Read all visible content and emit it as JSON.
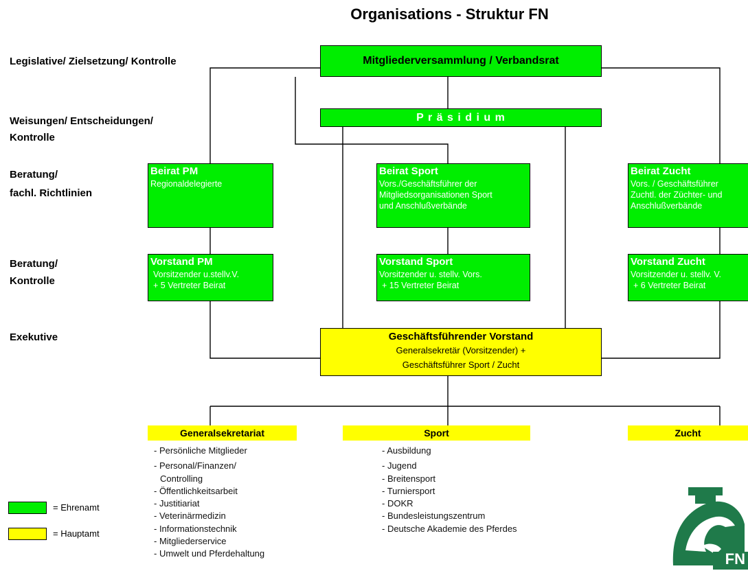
{
  "title": "Organisations - Struktur FN",
  "levels": {
    "legislative": "Legislative/ Zielsetzung/ Kontrolle",
    "weisungen_1": "Weisungen/ Entscheidungen/",
    "weisungen_2": "Kontrolle",
    "beratung_1": "Beratung/",
    "beratung_2": "fachl. Richtlinien",
    "beratung_kontrolle_1": "Beratung/",
    "beratung_kontrolle_2": "Kontrolle",
    "exekutive": "Exekutive"
  },
  "boxes": {
    "mitgliederversammlung": "Mitgliederversammlung / Verbandsrat",
    "praesidium": "P r ä s i d i u m",
    "beirat_pm": {
      "title": "Beirat PM",
      "lines": [
        "Regionaldelegierte"
      ]
    },
    "beirat_sport": {
      "title": "Beirat Sport",
      "lines": [
        "Vors./Geschäftsführer der",
        "Mitgliedsorganisationen Sport",
        "und Anschlußverbände"
      ]
    },
    "beirat_zucht": {
      "title": "Beirat Zucht",
      "lines": [
        "Vors. / Geschäftsführer",
        "Zuchtl. der Züchter- und",
        "Anschlußverbände"
      ]
    },
    "vorstand_pm": {
      "title": "Vorstand PM",
      "lines": [
        "Vorsitzender u.stellv.V.",
        "+ 5 Vertreter Beirat"
      ]
    },
    "vorstand_sport": {
      "title": "Vorstand Sport",
      "lines": [
        "Vorsitzender u. stellv. Vors.",
        "+ 15 Vertreter Beirat"
      ]
    },
    "vorstand_zucht": {
      "title": "Vorstand Zucht",
      "lines": [
        "Vorsitzender u. stellv. V.",
        "+ 6 Vertreter Beirat"
      ]
    },
    "geschaeftsfuehrender_vorstand": {
      "title": "Geschäftsführender Vorstand",
      "lines": [
        "Generalsekretär (Vorsitzender) +",
        "Geschäftsführer Sport / Zucht"
      ]
    }
  },
  "departments": {
    "generalsekretariat": {
      "title": "Generalsekretariat",
      "items": [
        "- Persönliche Mitglieder",
        "- Personal/Finanzen/",
        "  Controlling",
        "- Öffentlichkeitsarbeit",
        "- Justitiariat",
        "- Veterinärmedizin",
        "- Informationstechnik",
        "- Mitgliederservice",
        "- Umwelt und Pferdehaltung"
      ]
    },
    "sport": {
      "title": "Sport",
      "items": [
        "- Ausbildung",
        "- Jugend",
        "- Breitensport",
        "- Turniersport",
        "- DOKR",
        "- Bundesleistungszentrum",
        "- Deutsche Akademie des Pferdes"
      ]
    },
    "zucht": {
      "title": "Zucht"
    }
  },
  "legend": {
    "ehrenamt": "= Ehrenamt",
    "hauptamt": "= Hauptamt",
    "ehrenamt_color": "#00ee00",
    "hauptamt_color": "#ffff00"
  },
  "logo": {
    "text": "FN",
    "color": "#1f7a4a",
    "icon": "horse-head-logo-icon"
  }
}
